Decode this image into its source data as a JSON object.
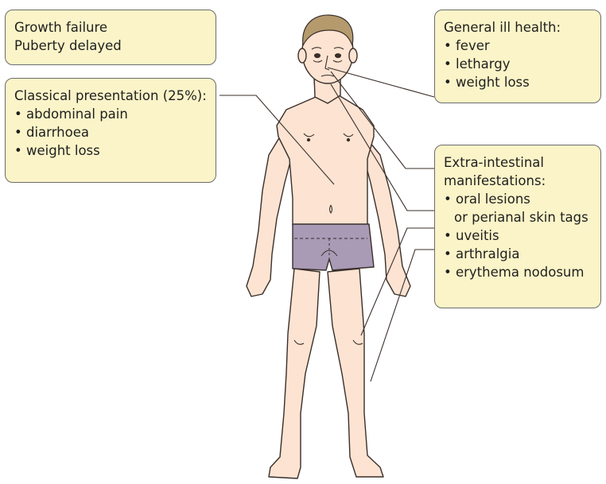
{
  "boxes": {
    "growth": {
      "lines": [
        "Growth failure",
        "Puberty delayed"
      ]
    },
    "classical": {
      "heading": "Classical presentation (25%):",
      "items": [
        "abdominal pain",
        "diarrhoea",
        "weight loss"
      ]
    },
    "general": {
      "heading": "General ill health:",
      "items": [
        "fever",
        "lethargy",
        "weight loss"
      ]
    },
    "extra": {
      "heading_lines": [
        "Extra-intestinal",
        "manifestations:"
      ],
      "items": [
        "oral lesions",
        "or perianal skin tags",
        "uveitis",
        "arthralgia",
        "erythema nodosum"
      ]
    }
  },
  "colors": {
    "box_fill": "#fbf4c8",
    "skin": "#fce3d2",
    "shorts": "#a99ab6",
    "hair": "#b59a6e"
  }
}
